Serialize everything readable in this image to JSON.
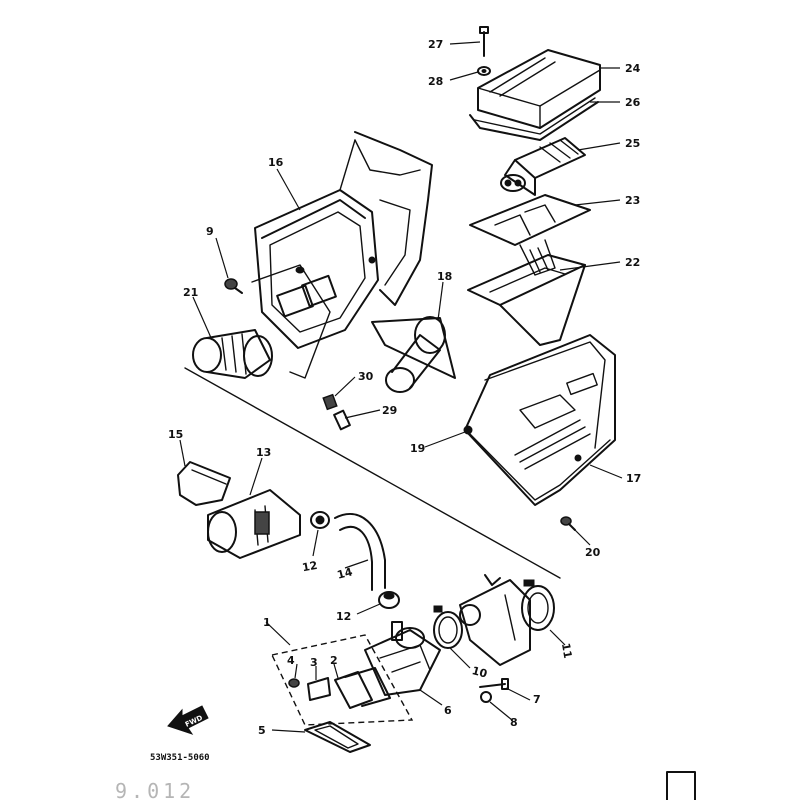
{
  "diagram": {
    "callouts": {
      "c1": "1",
      "c2": "2",
      "c3": "3",
      "c4": "4",
      "c5": "5",
      "c6": "6",
      "c7": "7",
      "c8": "8",
      "c9": "9",
      "c10": "10",
      "c11": "11",
      "c12a": "12",
      "c12b": "12",
      "c13": "13",
      "c14": "14",
      "c15": "15",
      "c16": "16",
      "c17": "17",
      "c18": "18",
      "c19": "19",
      "c20": "20",
      "c21": "21",
      "c22": "22",
      "c23": "23",
      "c24": "24",
      "c25": "25",
      "c26": "26",
      "c27": "27",
      "c28": "28",
      "c29": "29",
      "c30": "30"
    },
    "fwd_label": "FWD",
    "code": "53W351-5060",
    "page_number": "9.012"
  }
}
